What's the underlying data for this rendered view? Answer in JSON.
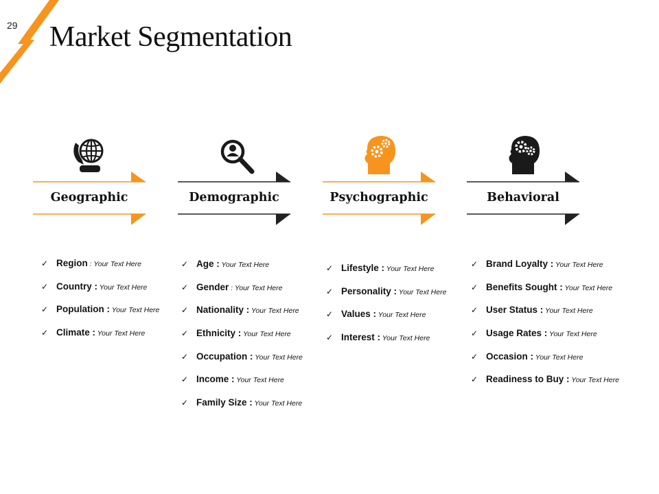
{
  "slide": {
    "number": "29",
    "title": "Market Segmentation"
  },
  "colors": {
    "accent": "#f7941d",
    "dark": "#222222"
  },
  "segments": [
    {
      "title": "Geographic",
      "icon": "globe-hand-icon",
      "accent": "orange",
      "items": [
        {
          "label": "Region",
          "sep": " : ",
          "desc": "Your Text Here"
        },
        {
          "label": "Country :",
          "sep": " ",
          "desc": "Your Text Here"
        },
        {
          "label": "Population :",
          "sep": " ",
          "desc": "Your Text Here"
        },
        {
          "label": "Climate :",
          "sep": " ",
          "desc": "Your Text Here"
        }
      ]
    },
    {
      "title": "Demographic",
      "icon": "magnifier-person-icon",
      "accent": "dark",
      "items": [
        {
          "label": "Age :",
          "sep": " ",
          "desc": "Your Text Here"
        },
        {
          "label": "Gender",
          "sep": " : ",
          "desc": "Your Text Here"
        },
        {
          "label": "Nationality :",
          "sep": " ",
          "desc": "Your Text Here"
        },
        {
          "label": "Ethnicity :",
          "sep": " ",
          "desc": "Your Text Here"
        },
        {
          "label": "Occupation :",
          "sep": " ",
          "desc": "Your Text Here"
        },
        {
          "label": "Income :",
          "sep": " ",
          "desc": "Your Text Here"
        },
        {
          "label": "Family Size :",
          "sep": " ",
          "desc": "Your Text Here"
        }
      ]
    },
    {
      "title": "Psychographic",
      "icon": "head-gears-icon",
      "accent": "orange",
      "items": [
        {
          "label": "Lifestyle :",
          "sep": " ",
          "desc": "Your Text Here"
        },
        {
          "label": "Personality :",
          "sep": " ",
          "desc": "Your Text Here"
        },
        {
          "label": "Values :",
          "sep": " ",
          "desc": "Your Text Here"
        },
        {
          "label": "Interest :",
          "sep": " ",
          "desc": "Your Text Here"
        }
      ]
    },
    {
      "title": "Behavioral",
      "icon": "head-gears-icon",
      "accent": "dark",
      "items": [
        {
          "label": "Brand Loyalty :",
          "sep": " ",
          "desc": "Your Text Here"
        },
        {
          "label": "Benefits Sought :",
          "sep": " ",
          "desc": "Your Text Here"
        },
        {
          "label": "User Status :",
          "sep": " ",
          "desc": "Your Text Here"
        },
        {
          "label": "Usage Rates :",
          "sep": " ",
          "desc": "Your Text Here"
        },
        {
          "label": "Occasion :",
          "sep": " ",
          "desc": "Your Text Here"
        },
        {
          "label": "Readiness to Buy :",
          "sep": " ",
          "desc": "Your Text Here"
        }
      ]
    }
  ]
}
